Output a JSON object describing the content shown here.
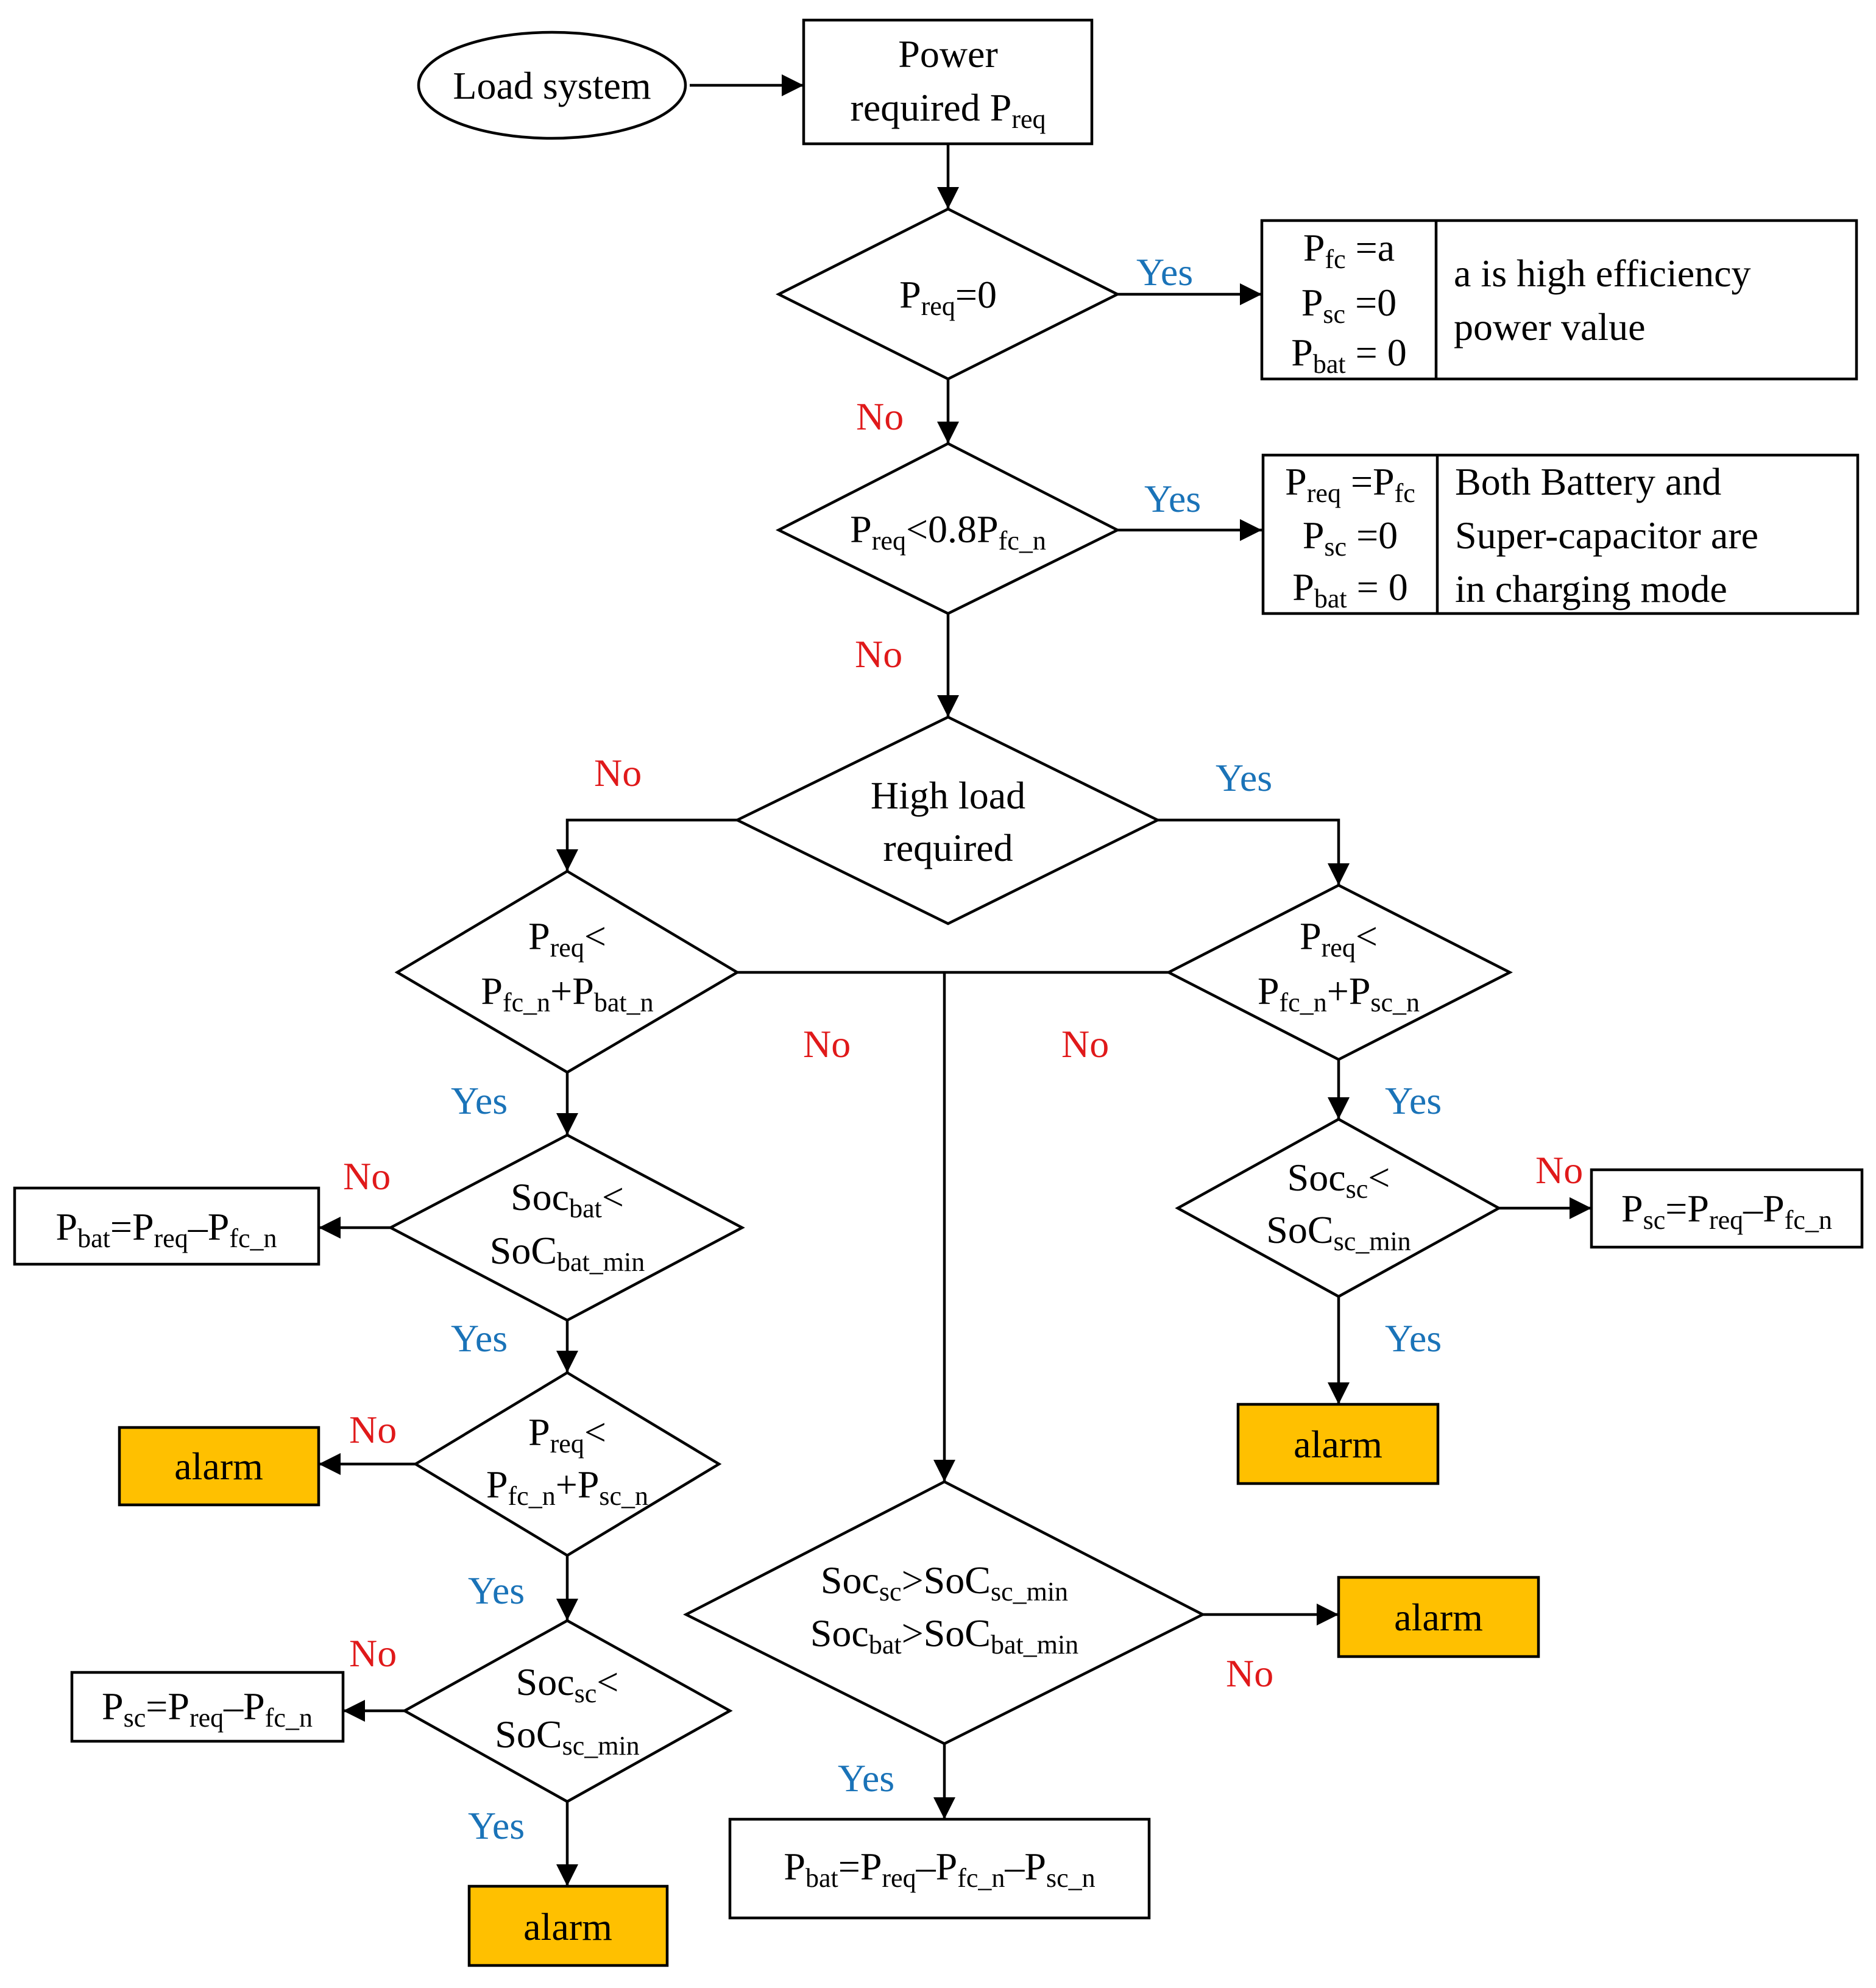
{
  "nodes": {
    "load_system": "Load system",
    "power_required": {
      "line1": "Power",
      "line2": "required P",
      "line2_sub": "req"
    },
    "d1": {
      "p": "P",
      "sub": "req",
      "rest": "=0"
    },
    "box1": {
      "r1": {
        "p": "P",
        "sub": "fc",
        "rest": " =a"
      },
      "r2": {
        "p": "P",
        "sub": "sc",
        "rest": " =0"
      },
      "r3": {
        "p": "P",
        "sub": "bat",
        "rest": " = 0"
      },
      "note1": "a is high efficiency",
      "note2": "power value"
    },
    "d2": {
      "p": "P",
      "sub": "req",
      "mid": "<0.8P",
      "sub2": "fc_n"
    },
    "box2": {
      "r1": {
        "p": "P",
        "sub": "req",
        "mid": " =P",
        "sub2": "fc"
      },
      "r2": {
        "p": "P",
        "sub": "sc",
        "rest": " =0"
      },
      "r3": {
        "p": "P",
        "sub": "bat",
        "rest": " = 0"
      },
      "note1": "Both Battery and",
      "note2": "Super-capacitor are",
      "note3": "in charging mode"
    },
    "d3": {
      "line1": "High load",
      "line2": "required"
    },
    "dl1": {
      "p": "P",
      "sub": "req",
      "lt": "<",
      "p2": "P",
      "sub2": "fc_n",
      "plus": "+P",
      "sub3": "bat_n"
    },
    "dr1": {
      "p": "P",
      "sub": "req",
      "lt": "<",
      "p2": "P",
      "sub2": "fc_n",
      "plus": "+P",
      "sub3": "sc_n"
    },
    "dl2": {
      "soc": "Soc",
      "sub": "bat",
      "lt": "<",
      "soc2": "SoC",
      "sub2": "bat_min"
    },
    "box_pbat": {
      "p": "P",
      "sub": "bat",
      "eq": "=P",
      "sub2": "req",
      "minus": "–P",
      "sub3": "fc_n"
    },
    "dl3": {
      "p": "P",
      "sub": "req",
      "lt": "<",
      "p2": "P",
      "sub2": "fc_n",
      "plus": "+P",
      "sub3": "sc_n"
    },
    "dl4": {
      "soc": "Soc",
      "sub": "sc",
      "lt": "<",
      "soc2": "SoC",
      "sub2": "sc_min"
    },
    "box_psc_left": {
      "p": "P",
      "sub": "sc",
      "eq": "=P",
      "sub2": "req",
      "minus": "–P",
      "sub3": "fc_n"
    },
    "dr2": {
      "soc": "Soc",
      "sub": "sc",
      "lt": "<",
      "soc2": "SoC",
      "sub2": "sc_min"
    },
    "box_psc_right": {
      "p": "P",
      "sub": "sc",
      "eq": "=P",
      "sub2": "req",
      "minus": "–P",
      "sub3": "fc_n"
    },
    "dm": {
      "r1": {
        "soc": "Soc",
        "sub": "sc",
        "gt": ">SoC",
        "sub2": "sc_min"
      },
      "r2": {
        "soc": "Soc",
        "sub": "bat",
        "gt": ">SoC",
        "sub2": "bat_min"
      }
    },
    "box_pbat_bottom": {
      "p": "P",
      "sub": "bat",
      "eq": "=P",
      "sub2": "req",
      "minus": "–P",
      "sub3": "fc_n",
      "minus2": "–P",
      "sub4": "sc_n"
    },
    "alarm": "alarm"
  },
  "labels": {
    "yes": "Yes",
    "no": "No"
  },
  "colors": {
    "yes": "#1a73b8",
    "no": "#e0191a",
    "alarm_fill": "#ffc000",
    "stroke": "#000000"
  }
}
